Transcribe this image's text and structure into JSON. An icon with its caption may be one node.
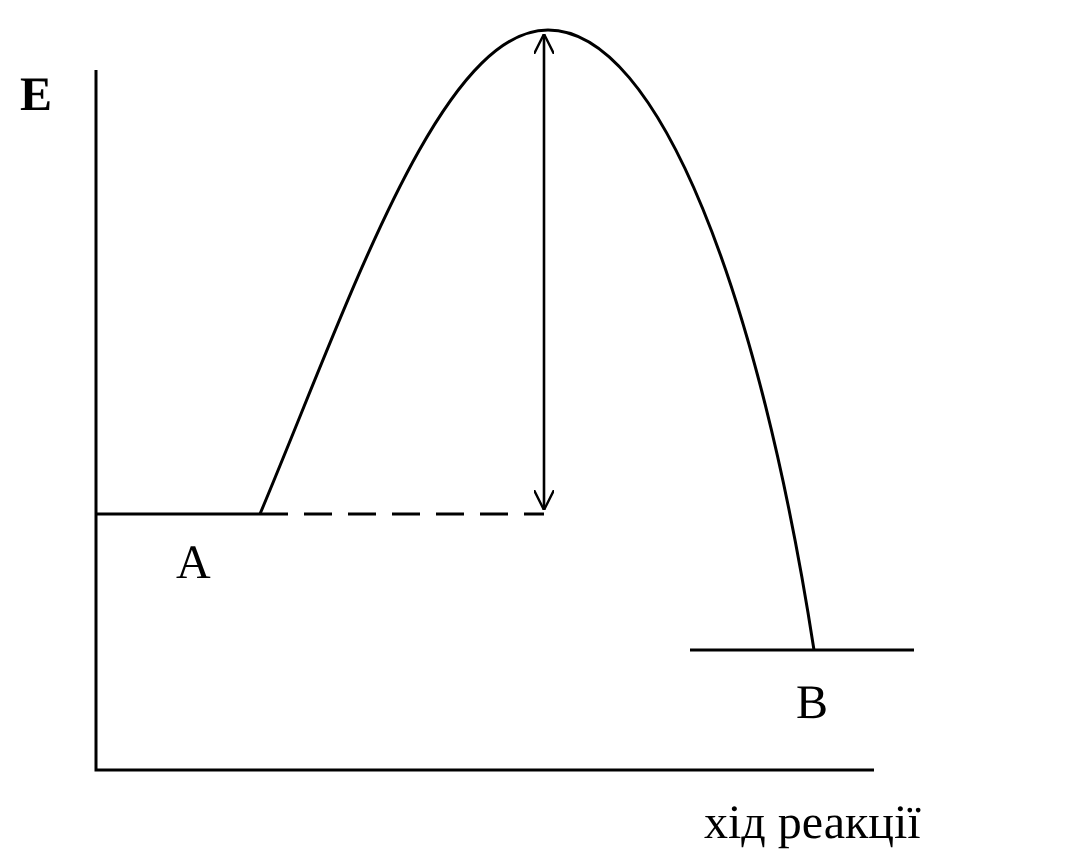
{
  "diagram": {
    "labels": [
      "E",
      "A",
      "B",
      "хід реакції"
    ]
  }
}
